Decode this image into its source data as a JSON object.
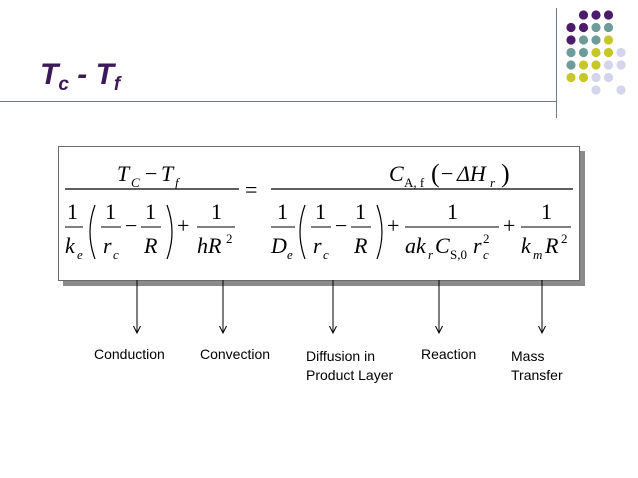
{
  "title": {
    "main_a": "T",
    "sub_a": "c",
    "sep": " - ",
    "main_b": "T",
    "sub_b": "f"
  },
  "equation": {
    "lhs_num": {
      "a": "T",
      "a_sub": "C",
      "minus": "−",
      "b": "T",
      "b_sub": "f"
    },
    "equals": "=",
    "rhs_num": {
      "c": "C",
      "c_sub": "A, f",
      "lp": "(",
      "minus": "−",
      "dh": "ΔH",
      "dh_sub": "r",
      "rp": ")"
    },
    "one": "1",
    "minus": "−",
    "plus": "+",
    "k_e": "k",
    "k_e_sub": "e",
    "r_c": "r",
    "r_c_sub": "c",
    "R": "R",
    "hR": "hR",
    "sq": "2",
    "D_e": "D",
    "D_e_sub": "e",
    "ak": "ak",
    "ak_sub": "r",
    "Cs": "C",
    "Cs_sub": "S,0",
    "rc2": "r",
    "rc2_sub": "c",
    "km": "k",
    "km_sub": "m"
  },
  "labels": {
    "conduction": "Conduction",
    "convection": "Convection",
    "diffusion_1": "Diffusion in",
    "diffusion_2": "Product Layer",
    "reaction": "Reaction",
    "mass_1": "Mass",
    "mass_2": "Transfer"
  },
  "colors": {
    "title": "#3b1a5a",
    "dot_purple": "#4b1c6b",
    "dot_teal": "#6f9c9a",
    "dot_yellow": "#c7c72a",
    "dot_lilac": "#d4d4ea",
    "rule": "#6f7f86"
  }
}
